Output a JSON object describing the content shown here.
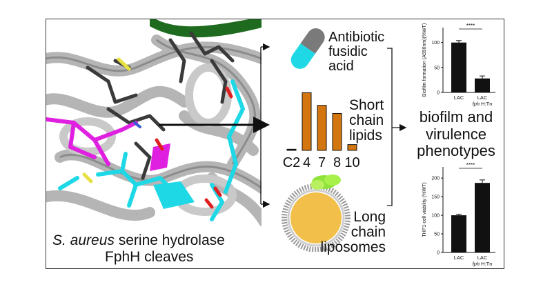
{
  "caption": {
    "organism": "S. aureus",
    "line1_rest": "serine hydrolase",
    "line2": "FphH cleaves"
  },
  "substrates": {
    "antibiotic": [
      "Antibiotic",
      "fusidic",
      "acid"
    ],
    "short_chain": [
      "Short",
      "chain",
      "lipids"
    ],
    "long_chain": [
      "Long",
      "chain",
      "liposomes"
    ]
  },
  "outcome": [
    "biofilm and",
    "virulence",
    "phenotypes"
  ],
  "colors": {
    "cyan": "#1fd8e6",
    "magenta": "#e020e0",
    "orange": "#d4760f",
    "gray_structure": "#a8a8a8",
    "dark_green": "#1e6a1e"
  },
  "chart_data": [
    {
      "type": "bar",
      "categories": [
        "C2",
        "4",
        "7",
        "8",
        "10"
      ],
      "values": [
        2,
        100,
        78,
        64,
        10
      ],
      "ylim": [
        0,
        110
      ]
    },
    {
      "type": "bar",
      "categories": [
        "LAC",
        "LAC fph H:Tn"
      ],
      "values": [
        100,
        28
      ],
      "errors": [
        4,
        5
      ],
      "ylabel": "Biofilm formation (A590nm)(%WT)",
      "ylim": [
        0,
        130
      ],
      "yticks": [
        "0",
        "50",
        "100"
      ],
      "significance": "****"
    },
    {
      "type": "bar",
      "categories": [
        "LAC",
        "LAC fph H:Tn"
      ],
      "values": [
        100,
        187
      ],
      "errors": [
        3,
        8
      ],
      "ylabel": "THP1-cell viability (%WT)",
      "ylim": [
        0,
        230
      ],
      "yticks": [
        "0",
        "50",
        "100",
        "150",
        "200"
      ],
      "significance": "****"
    }
  ]
}
